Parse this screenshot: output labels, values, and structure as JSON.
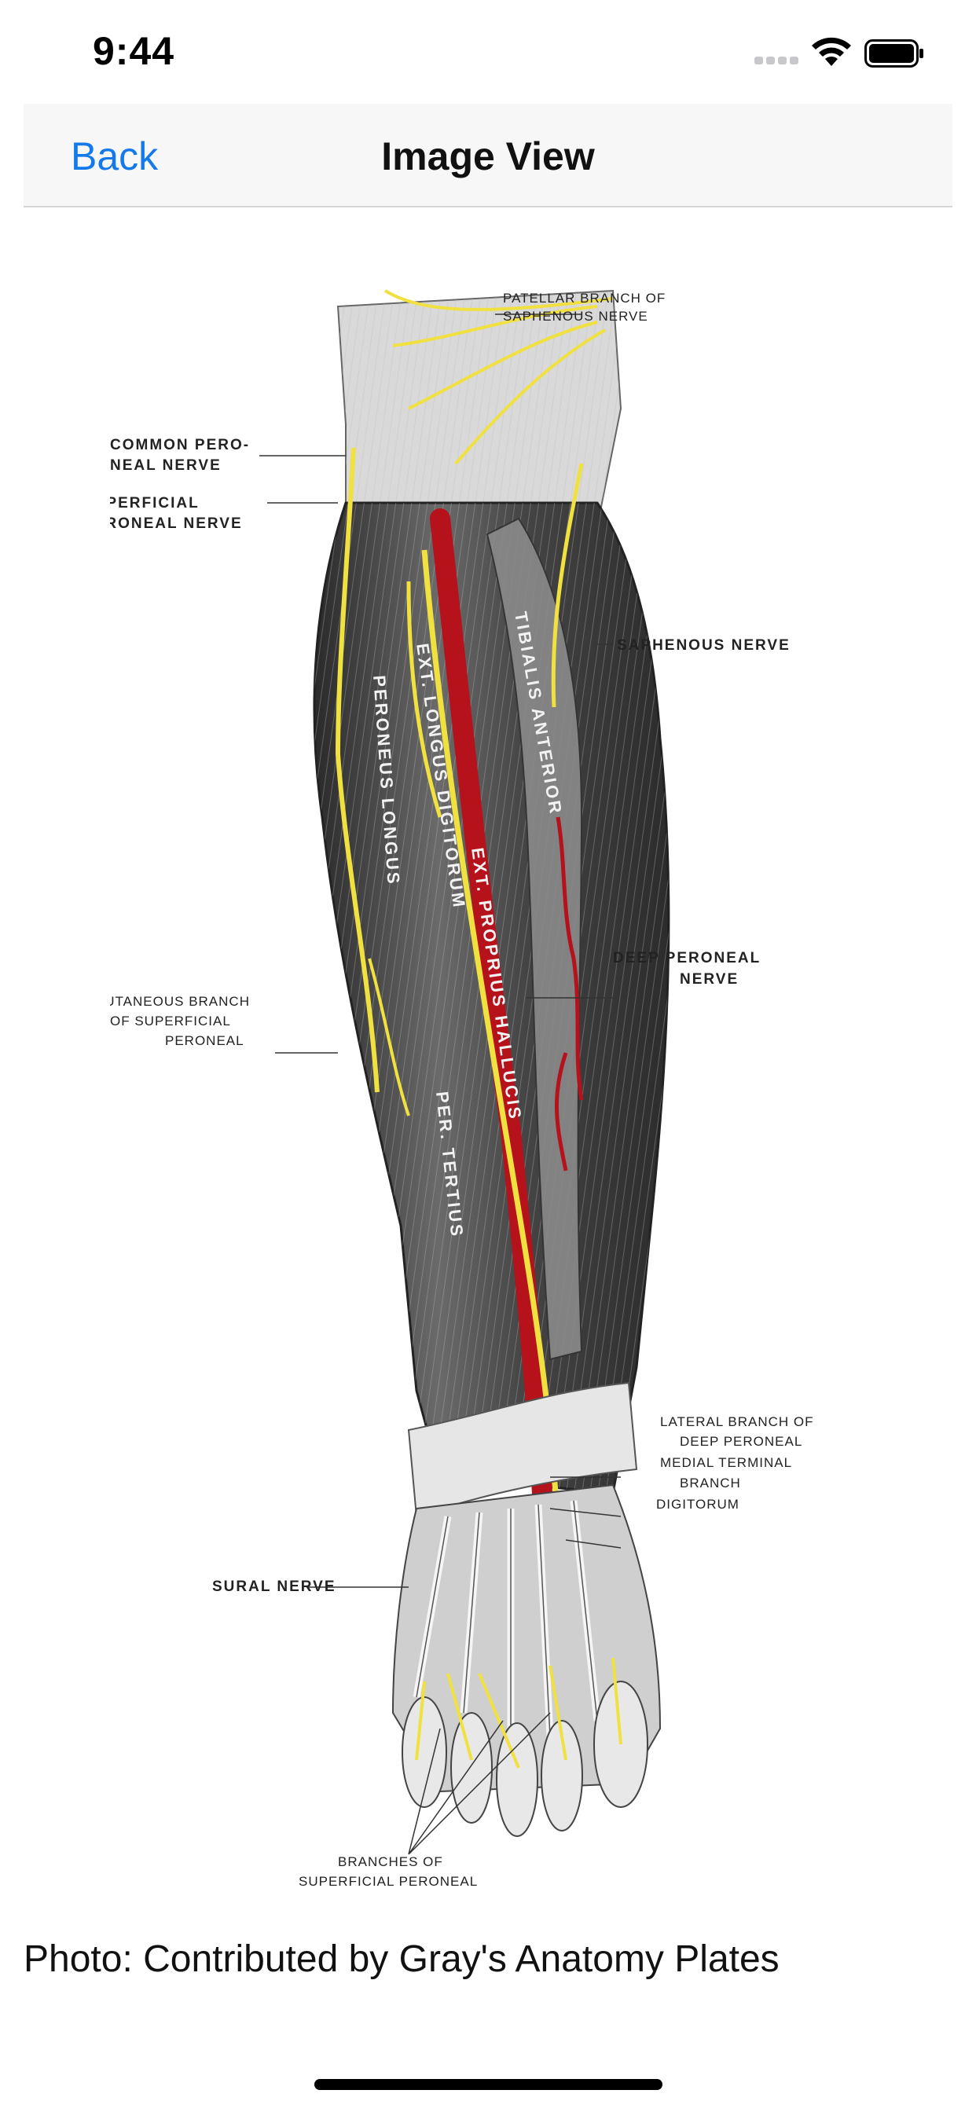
{
  "status_bar": {
    "time": "9:44"
  },
  "nav": {
    "back_label": "Back",
    "title": "Image View"
  },
  "image": {
    "labels": {
      "patellar_1": "PATELLAR BRANCH OF",
      "patellar_2": "SAPHENOUS NERVE",
      "common_1": "COMMON PERO-",
      "common_2": "NEAL NERVE",
      "superficial_1": "SUPERFICIAL",
      "superficial_2": "PERONEAL NERVE",
      "saphenous": "SAPHENOUS NERVE",
      "deep_1": "DEEP PERONEAL",
      "deep_2": "NERVE",
      "cutaneous_1": "CUTANEOUS BRANCH",
      "cutaneous_2": "OF SUPERFICIAL",
      "cutaneous_3": "PERONEAL",
      "lateral_1": "LATERAL BRANCH OF",
      "lateral_2": "DEEP PERONEAL",
      "medial_1": "MEDIAL TERMINAL",
      "medial_2": "BRANCH",
      "digitorum": "DIGITORUM",
      "sural": "SURAL NERVE",
      "branches_1": "BRANCHES OF",
      "branches_2": "SUPERFICIAL PERONEAL"
    },
    "muscle_labels": {
      "ext_longus": "EXT. LONGUS DIGITORUM",
      "peroneus": "PERONEUS LONGUS",
      "tibialis": "TIBIALIS ANTERIOR",
      "ext_proprius": "EXT. PROPRIUS HALLUCIS",
      "per_tertius": "PER. TERTIUS"
    }
  },
  "caption": "Photo: Contributed by Gray's Anatomy Plates",
  "colors": {
    "accent": "#1479ea",
    "nerve": "#f0e040",
    "artery": "#b5121b",
    "muscle": "#3a3a3a"
  }
}
